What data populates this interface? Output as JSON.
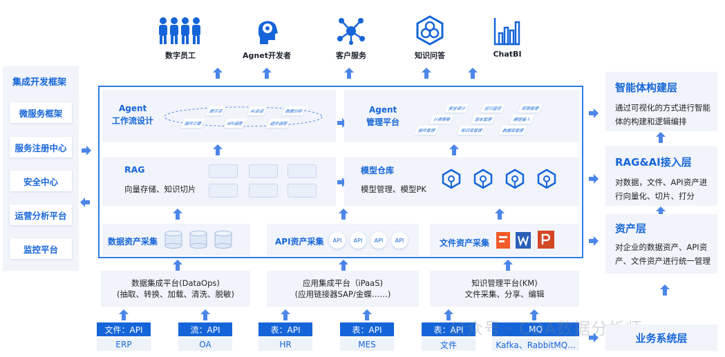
{
  "top_items": [
    {
      "label": "数字员工",
      "icon": "people-group-icon"
    },
    {
      "label": "Agnet开发者",
      "icon": "head-gear-icon"
    },
    {
      "label": "客户服务",
      "icon": "network-nodes-icon"
    },
    {
      "label": "知识问答",
      "icon": "hexagon-circles-icon"
    },
    {
      "label": "ChatBI",
      "icon": "bar-chart-icon"
    }
  ],
  "left": {
    "title": "集成开发框架",
    "items": [
      "微服务框架",
      "服务注册中心",
      "安全中心",
      "运营分析平台",
      "监控平台"
    ]
  },
  "agent_flow": {
    "title1": "Agent",
    "title2": "工作流设计",
    "nodes": [
      "提示词",
      "AI会话",
      "数据分析",
      "插件引擎",
      "API调用",
      "组件调用"
    ]
  },
  "agent_mgmt": {
    "title1": "Agent",
    "title2": "管理平台",
    "nodes": [
      "安全审计",
      "运行监控",
      "权限管理",
      "计费策略",
      "版本管理",
      "模型接入",
      "插件管理",
      "知识库管理",
      "数据库管理"
    ]
  },
  "rag": {
    "title": "RAG",
    "desc": "向量存储、知识切片"
  },
  "model": {
    "title": "模型仓库",
    "desc": "模型管理、模型PK"
  },
  "data_asset": {
    "title": "数据资产采集"
  },
  "api_asset": {
    "title": "API资产采集",
    "chips": [
      "API",
      "API",
      "API",
      "API"
    ]
  },
  "file_asset": {
    "title": "文件资产采集",
    "file_icons": [
      "pdf-icon",
      "word-icon",
      "ppt-icon"
    ]
  },
  "platforms": [
    {
      "line1": "数据集成平台(DataOps)",
      "line2": "(抽取、转换、加载、清洗、脱敏)"
    },
    {
      "line1": "应用集成平台（iPaaS)",
      "line2": "(应用链接器SAP/金蝶……)"
    },
    {
      "line1": "知识管理平台(KM)",
      "line2": "文件采集、分享、编辑"
    }
  ],
  "sources": [
    {
      "top": "文件：API",
      "bottom": "ERP"
    },
    {
      "top": "流：API",
      "bottom": "OA"
    },
    {
      "top": "表：API",
      "bottom": "HR"
    },
    {
      "top": "表：API",
      "bottom": "MES"
    },
    {
      "top": "表：API",
      "bottom": "文件"
    },
    {
      "top": "MQ",
      "bottom": "Kafka、RabbitMQ..."
    }
  ],
  "right": [
    {
      "title": "智能体构建层",
      "desc": "通过可视化的方式进行智能体的构建和逻辑编排"
    },
    {
      "title": "RAG&AI接入层",
      "desc": "对数据，文件、API资产进行向量化、切片、打分"
    },
    {
      "title": "资产层",
      "desc": "对企业的数据资产、API资产、文件资产进行统一管理"
    },
    {
      "title": "业务系统层",
      "desc": ""
    }
  ],
  "watermark": "公众号 · CDA数据分析师",
  "colors": {
    "accent": "#1565d8",
    "panel": "#f1f4fa",
    "arrow": "#4b86e8"
  }
}
